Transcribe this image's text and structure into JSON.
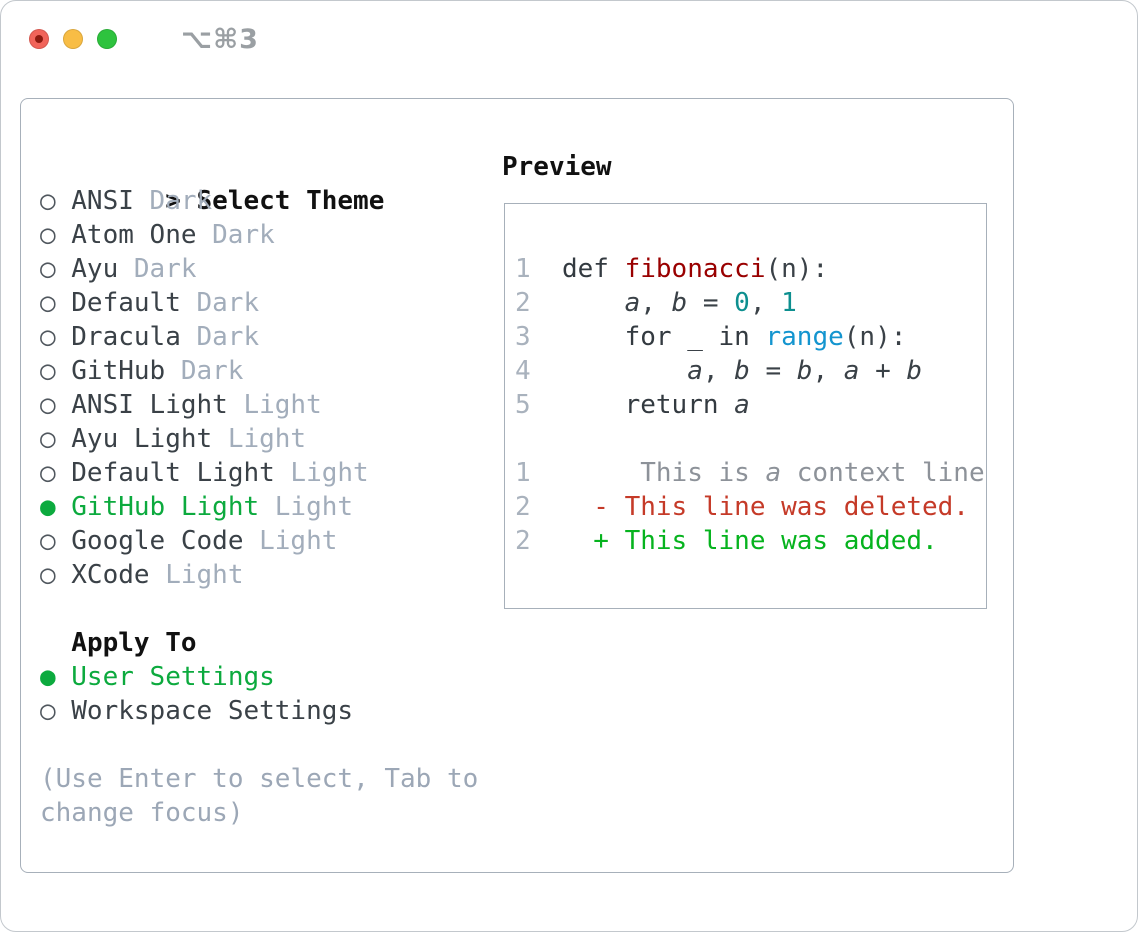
{
  "window": {
    "title": "⌥⌘3"
  },
  "theme_selector": {
    "prompt": ">",
    "title": "Select Theme",
    "markers": {
      "selected": "●",
      "unselected": "○"
    },
    "themes": [
      {
        "name": "ANSI",
        "variant": "Dark",
        "selected": false
      },
      {
        "name": "Atom One",
        "variant": "Dark",
        "selected": false
      },
      {
        "name": "Ayu",
        "variant": "Dark",
        "selected": false
      },
      {
        "name": "Default",
        "variant": "Dark",
        "selected": false
      },
      {
        "name": "Dracula",
        "variant": "Dark",
        "selected": false
      },
      {
        "name": "GitHub",
        "variant": "Dark",
        "selected": false
      },
      {
        "name": "ANSI Light",
        "variant": "Light",
        "selected": false
      },
      {
        "name": "Ayu Light",
        "variant": "Light",
        "selected": false
      },
      {
        "name": "Default Light",
        "variant": "Light",
        "selected": false
      },
      {
        "name": "GitHub Light",
        "variant": "Light",
        "selected": true
      },
      {
        "name": "Google Code",
        "variant": "Light",
        "selected": false
      },
      {
        "name": "XCode",
        "variant": "Light",
        "selected": false
      }
    ],
    "apply_to": {
      "label": "Apply To",
      "options": [
        {
          "name": "User Settings",
          "selected": true
        },
        {
          "name": "Workspace Settings",
          "selected": false
        }
      ]
    },
    "hint_lines": [
      "(Use Enter to select, Tab to",
      "change focus)"
    ]
  },
  "preview": {
    "title": "Preview",
    "code_lines": [
      [
        [
          "ln",
          "1"
        ],
        [
          "pl",
          "  "
        ],
        [
          "kw",
          "def"
        ],
        [
          "pl",
          " "
        ],
        [
          "fn",
          "fibonacci"
        ],
        [
          "pl",
          "(n):"
        ]
      ],
      [
        [
          "ln",
          "2"
        ],
        [
          "pl",
          "      "
        ],
        [
          "va",
          "a"
        ],
        [
          "pl",
          ", "
        ],
        [
          "va",
          "b"
        ],
        [
          "pl",
          " = "
        ],
        [
          "nb",
          "0"
        ],
        [
          "pl",
          ", "
        ],
        [
          "nb",
          "1"
        ]
      ],
      [
        [
          "ln",
          "3"
        ],
        [
          "pl",
          "      "
        ],
        [
          "kw",
          "for"
        ],
        [
          "pl",
          " _ "
        ],
        [
          "kw",
          "in"
        ],
        [
          "pl",
          " "
        ],
        [
          "bi",
          "range"
        ],
        [
          "pl",
          "(n):"
        ]
      ],
      [
        [
          "ln",
          "4"
        ],
        [
          "pl",
          "          "
        ],
        [
          "va",
          "a"
        ],
        [
          "pl",
          ", "
        ],
        [
          "va",
          "b"
        ],
        [
          "pl",
          " = "
        ],
        [
          "va",
          "b"
        ],
        [
          "pl",
          ", "
        ],
        [
          "va",
          "a"
        ],
        [
          "pl",
          " + "
        ],
        [
          "va",
          "b"
        ]
      ],
      [
        [
          "ln",
          "5"
        ],
        [
          "pl",
          "      "
        ],
        [
          "kw",
          "return"
        ],
        [
          "pl",
          " "
        ],
        [
          "va",
          "a"
        ]
      ],
      [],
      [
        [
          "ln",
          "1"
        ],
        [
          "pl",
          "       "
        ],
        [
          "cx",
          "This is "
        ],
        [
          "cxi",
          "a"
        ],
        [
          "cx",
          " context line."
        ]
      ],
      [
        [
          "ln",
          "2"
        ],
        [
          "pl",
          "    "
        ],
        [
          "de",
          "- This line was deleted."
        ]
      ],
      [
        [
          "ln",
          "2"
        ],
        [
          "pl",
          "    "
        ],
        [
          "ad",
          "+ This line was added."
        ]
      ]
    ]
  },
  "colors": {
    "accent_green": "#0caa3e",
    "muted_gray": "#a2adbb",
    "text_dark": "#3a4147",
    "header_black": "#111111",
    "border_gray": "#a7b0ba",
    "line_number_gray": "#a9b2bd",
    "hint_gray": "#9ca7b6",
    "keyword_dark": "#333a40",
    "function_red": "#990000",
    "number_teal": "#0d8f8f",
    "builtin_blue": "#1495cf",
    "context_gray": "#8d9299",
    "deleted_red": "#c53a28",
    "added_green": "#06b31e",
    "traffic_red": "#f1645a",
    "traffic_yellow": "#f8bd45",
    "traffic_green": "#2ec33e",
    "title_gray": "#9a9fa3"
  }
}
